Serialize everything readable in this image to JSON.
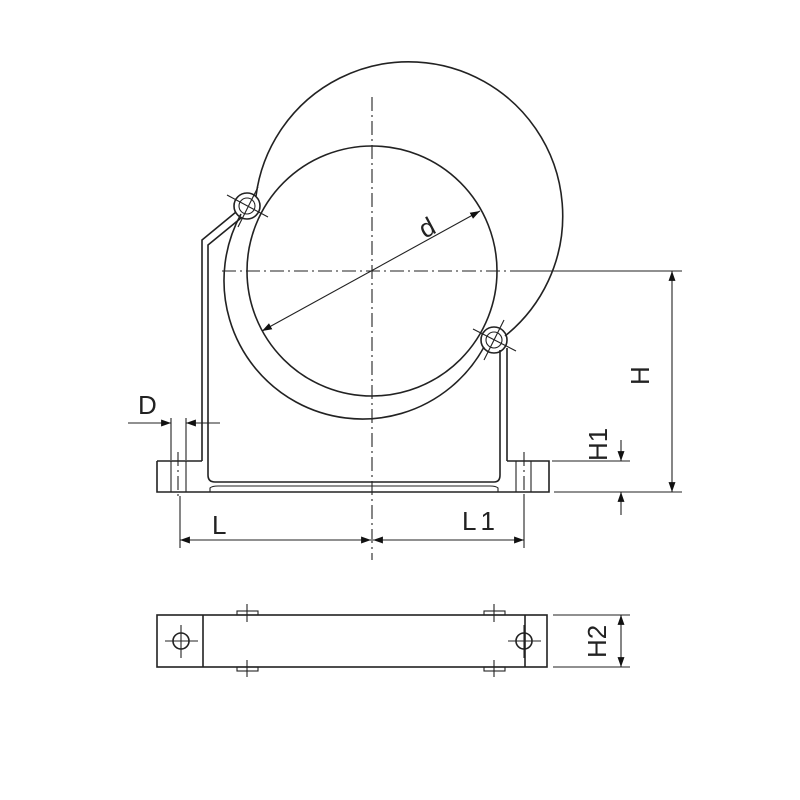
{
  "drawing": {
    "labels": {
      "d": "d",
      "D": "D",
      "H": "H",
      "H1": "H1",
      "H2": "H2",
      "L": "L",
      "L1": "L1"
    },
    "line_color": "#222222",
    "background": "#ffffff"
  }
}
